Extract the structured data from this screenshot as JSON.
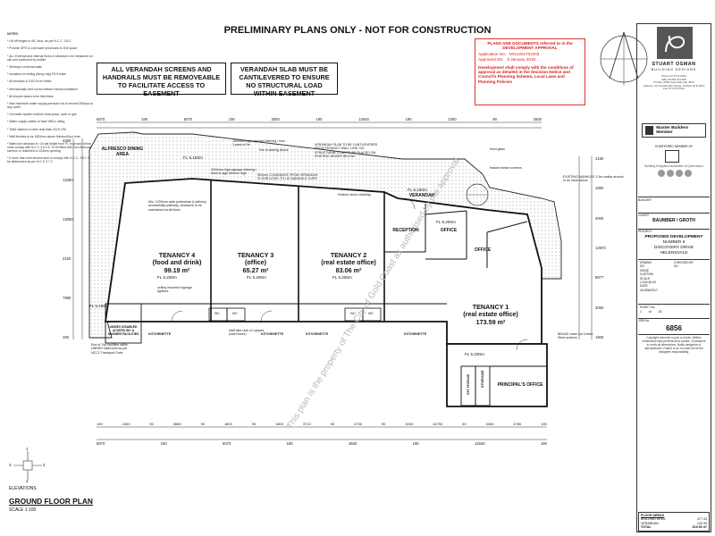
{
  "page": {
    "title": "PRELIMINARY PLANS ONLY - NOT FOR CONSTRUCTION",
    "notes_heading": "NOTES:",
    "notes": [
      "* Lift off hinges to WC door, as per N.C.C. 3.8.3",
      "* Provide GPO & cold water provisions to DW space",
      "* ALL External and Internal Sizes & windows to be measured on site and confirmed by builder",
      "* Skirting to external walls",
      "* Insulation to ceiling (living only) R2.5 batts",
      "* All windows & GDO to be tinted",
      "* Mechanically vent rooms without natural ventilation",
      "* All shower bases to be tiled base",
      "* Max maximum water supply pressure not to exceed 500kpa at any outlet",
      "* Hot water system shall be heat pump, solar or gas",
      "* Water supply outlets to have WELs rating",
      "* Toilet cisterns to have dual flush 3/4.5 LPA",
      "* Wall finishes to be 1800mm above finished floor level",
      "* Bathroom windows ie. On tall height from FL to ground below must comply with N.C.C 3.9.2.5. To be fitted with non-removable screens or restricted to 125mm opening",
      "* If more than nine strokes stair to comply with N.C.C. 3.9.1 2 4 to be determined as per N.C.C 3.7.2"
    ],
    "warning_left": "ALL VERANDAH SCREENS AND HANDRAILS MUST BE REMOVEABLE TO FACILITATE ACCESS TO EASEMENT",
    "warning_right": "VERANDAH SLAB MUST BE CANTILEVERED TO ENSURE NO STRUCTURAL LOAD WITHIN EASEMENT"
  },
  "approval_stamp": {
    "heading": "PLANS AND DOCUMENTS referred to in the DEVELOPMENT APPROVAL",
    "app_no_label": "Application No:",
    "app_no": "MCU201701003",
    "approved_label": "Approved On:",
    "approved_date": "8 January 2018",
    "condition": "Development shall comply with the conditions of approval as detailed in the Decision Notice and Council's Planning Scheme, Local Laws and Planning Policies"
  },
  "title_block": {
    "company": "STUART OSMAN",
    "company_sub": "BUILDING DESIGNS",
    "contact": [
      "Phone 07 4772 0203",
      "ABN 35 082 013 803",
      "PO Box 2563 Townsville Qld 4810",
      "Address: 22 Chamberlain Street, Garbutt QLD 4814",
      "Fax 07 4779 5511"
    ],
    "badge_master": "Master Builders Member",
    "badge_chartered": "CHARTERED MEMBER OF",
    "badge_sub": "Building Designers Association of Queensland",
    "builder_label": "BUILDER",
    "client_label": "CLIENT",
    "client": "BAUMBER / GROTH",
    "project_label": "PROJECT",
    "project": "PROPOSED DEVELOPMENT",
    "project_no": "NUMBER 5",
    "street": "DISCOVERY DRIVE",
    "suburb": "HELENSVALE",
    "drawn_label": "DRAWN",
    "drawn": "SO",
    "checked_label": "CHECKED BY",
    "checked": "SO",
    "issue_label": "ISSUE",
    "issue": "CUSTOM",
    "scale_label": "SCALE",
    "scale": "1:100 @ A3",
    "date_label": "DATE",
    "date": "4/10/06/2017",
    "sheet_label": "SHEET No.",
    "sheet": "1",
    "of": "of",
    "sheets": "04",
    "job_label": "JOB No.",
    "job": "6856",
    "copyright": "Copyright reserved in part or whole. Written dimensions take preference to scaled. Contractors to verify all dimensions. Notify designers of discrepancies. Failure to do so shall not be the designers responsibility."
  },
  "floor_areas": {
    "heading": "FLOOR AREAS",
    "rows": [
      {
        "label": "BUILDING AREA",
        "value": "477.44"
      },
      {
        "label": "VERANDAH",
        "value": "142.49"
      },
      {
        "label": "TOTAL",
        "value": "619.93 m²"
      }
    ]
  },
  "plan": {
    "title": "GROUND FLOOR PLAN",
    "scale": "SCALE 1:100",
    "elevations_label": "ELEVATIONS",
    "compass": [
      "1",
      "2",
      "3",
      "4"
    ],
    "watermark": "This plan is the property of The City of Gold Coast as authorised by the approval",
    "rooms": [
      {
        "name": "TENANCY 4",
        "use": "(food and drink)",
        "area": "99.19 m²"
      },
      {
        "name": "TENANCY 3",
        "use": "(office)",
        "area": "65.27 m²"
      },
      {
        "name": "TENANCY 2",
        "use": "(real estate office)",
        "area": "83.06 m²"
      },
      {
        "name": "TENANCY 1",
        "use": "(real estate office)",
        "area": "173.59 m²"
      },
      {
        "name": "RECEPTION"
      },
      {
        "name": "OFFICE"
      },
      {
        "name": "OFFICE"
      },
      {
        "name": "PRINCIPAL'S OFFICE"
      },
      {
        "name": "ALFRESCO DINING AREA"
      },
      {
        "name": "VERANDAH"
      },
      {
        "name": "STORAGE"
      },
      {
        "name": "EXT STORAGE"
      },
      {
        "name": "UNISEX DISABLED ACCESS WC & SHOWER FACILITIES"
      }
    ],
    "levels": [
      "FL 5.150m",
      "FL 5.200m",
      "FL 5.200m",
      "FL 5.200m",
      "FL 5.150m",
      "FL 5.200m",
      "FL 5.150m",
      "FL 5.200m"
    ],
    "kitchenettes": [
      "KITCHENETTE",
      "KITCHENETTE",
      "KITCHENETTE",
      "KITCHENETTE"
    ],
    "wcs": [
      "WC",
      "WC",
      "WC",
      "WC"
    ],
    "annotations": [
      "1000mm high signage lettering / max 1 post of 2m",
      "line of awning above",
      "500mm CLEARANCE FROM VERANDAH FLOOR LEVEL TO LID MANHOLE OVER",
      "2000mm high signage lettering / fixed to sign 500mm high",
      "VERANDAH SLAB TO BE CANTILEVERED FROM TENANCY WALL LINE, NO STRUCTURAL LOAD TO BE PLACED ON EXISTING SEWER BELOW",
      "Feature stone cladding",
      "Min. 1200mm wide pedestrian & delivery accessibility pathway, clearance to be maintained at all times",
      "ceiling mounted signage lightbox",
      "EXISTING MANHOLE 1.5m radius around to be clear above",
      "staff bike rack 2x spaces (wall mount)",
      "BIN440 Laser cut Corten Steel screens",
      "End of Trip facilities within UNISEX bathroom as per NCC2 Transport Code",
      "feature timber screens",
      "fixed glass"
    ],
    "dims_top": [
      "6870",
      "190",
      "5070",
      "190",
      "3000",
      "190",
      "12640",
      "190",
      "2300",
      "90",
      "2600"
    ],
    "dims_bottom_1": [
      "190",
      "2400",
      "90",
      "3660",
      "90",
      "1800",
      "90",
      "1800",
      "3710",
      "90",
      "4730",
      "90",
      "3000",
      "10750",
      "90",
      "3000",
      "4780",
      "190"
    ],
    "dims_bottom_2": [
      "6870",
      "190",
      "5070",
      "190",
      "3600",
      "190",
      "12640",
      "190"
    ],
    "dims_left": [
      "4360",
      "13280",
      "13080",
      "2150",
      "7890",
      "190"
    ],
    "dims_right": [
      "2150",
      "1850",
      "4000",
      "12870",
      "8877",
      "3060",
      "1900"
    ]
  }
}
